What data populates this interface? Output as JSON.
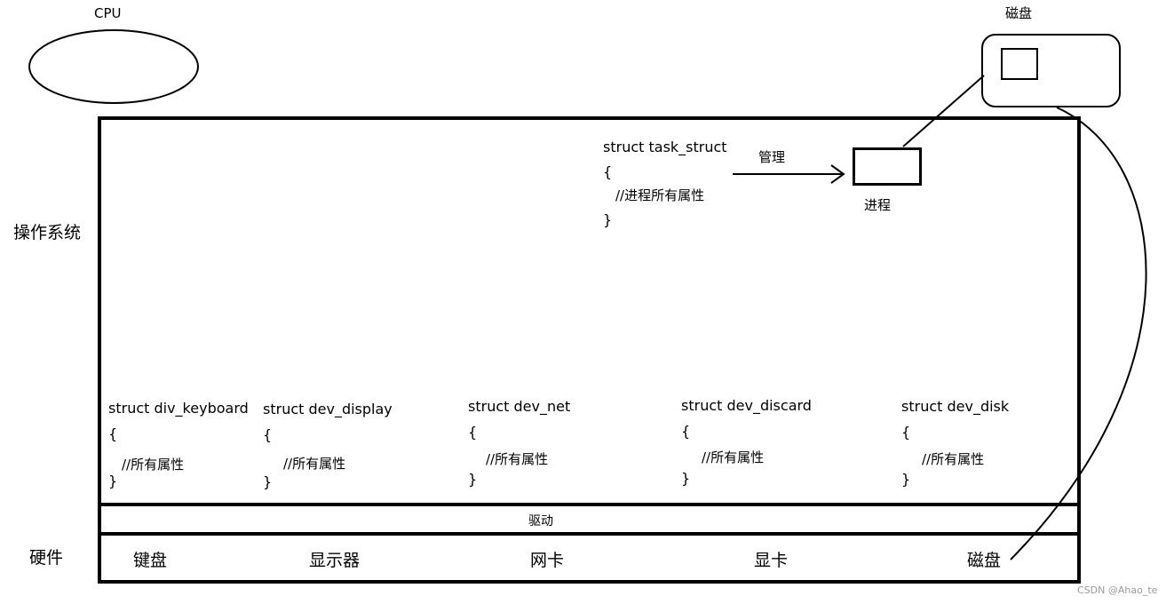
{
  "cpu": {
    "label": "CPU"
  },
  "disk_top": {
    "label": "磁盘"
  },
  "os": {
    "label": "操作系统"
  },
  "task_struct": {
    "line1": "struct task_struct",
    "line2": "{",
    "line3": "//进程所有属性",
    "line4": "}"
  },
  "manage_label": "管理",
  "process_label": "进程",
  "devices": [
    {
      "struct": "struct div_keyboard",
      "open": "{",
      "comment": "//所有属性",
      "close": "}"
    },
    {
      "struct": "struct dev_display",
      "open": "{",
      "comment": "//所有属性",
      "close": "}"
    },
    {
      "struct": "struct dev_net",
      "open": "{",
      "comment": "//所有属性",
      "close": "}"
    },
    {
      "struct": "struct dev_discard",
      "open": "{",
      "comment": "//所有属性",
      "close": "}"
    },
    {
      "struct": "struct dev_disk",
      "open": "{",
      "comment": "//所有属性",
      "close": "}"
    }
  ],
  "driver": {
    "label": "驱动"
  },
  "hardware": {
    "label": "硬件",
    "items": [
      "键盘",
      "显示器",
      "网卡",
      "显卡",
      "磁盘"
    ]
  },
  "watermark": "CSDN @Ahao_te"
}
